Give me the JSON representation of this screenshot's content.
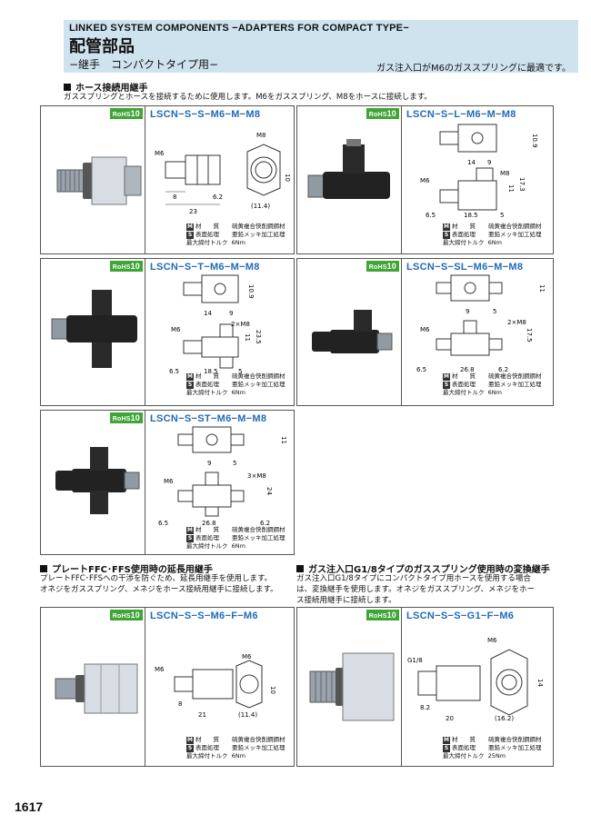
{
  "header": {
    "title_en": "LINKED SYSTEM COMPONENTS −ADAPTERS FOR COMPACT TYPE−",
    "title_jp": "配管部品",
    "subtitle": "−継手　コンパクトタイプ用−",
    "right_note": "ガス注入口がM6のガススプリングに最適です。"
  },
  "sections": [
    {
      "title": "ホース接続用継手",
      "desc": [
        "ガススプリングとホースを接続するために使用します。M6をガススプリング、M8をホースに接続します。"
      ]
    },
    {
      "title": "プレートFFC･FFS使用時の延長用継手",
      "desc": [
        "プレートFFC･FFSへの干渉を防ぐため、延長用継手を使用します。",
        "オネジをガススプリング、メネジをホース接続用継手に接続します。"
      ]
    },
    {
      "title": "ガス注入口G1/8タイプのガススプリング使用時の変換継手",
      "desc": [
        "ガス注入口G1/8タイプにコンパクトタイプ用ホースを使用する場合",
        "は、変換継手を使用します。オネジをガススプリング、メネジをホー",
        "ス接続用継手に接続します。"
      ]
    }
  ],
  "rohs": {
    "label": "RoHS",
    "num": "10"
  },
  "spec_labels": {
    "m_key": "M",
    "material": "材　　質",
    "s_key": "S",
    "surface": "表面処理",
    "torque": "最大締付トルク"
  },
  "products": [
    {
      "code": "LSCN−S−S−M6−M−M8",
      "material": "硫黄複合快削鋼鋼材",
      "surface": "亜鉛メッキ加工処理",
      "torque": "6Nm",
      "dims": {
        "m6": "M6",
        "m8": "M8",
        "d8": "8",
        "d23": "23",
        "d62": "6.2",
        "d114": "(11.4)",
        "d10": "10"
      }
    },
    {
      "code": "LSCN−S−L−M6−M−M8",
      "material": "硫黄複合快削鋼鋼材",
      "surface": "亜鉛メッキ加工処理",
      "torque": "6Nm",
      "dims": {
        "d109": "10.9",
        "d14": "14",
        "d9": "9",
        "m8": "M8",
        "m6": "M6",
        "d11": "11",
        "d173": "17.3",
        "d65": "6.5",
        "d185": "18.5",
        "d5": "5"
      }
    },
    {
      "code": "LSCN−S−T−M6−M−M8",
      "material": "硫黄複合快削鋼鋼材",
      "surface": "亜鉛メッキ加工処理",
      "torque": "6Nm",
      "dims": {
        "d109": "10.9",
        "d14": "14",
        "d9": "9",
        "m8": "2×M8",
        "m6": "M6",
        "d11": "11",
        "d235": "23.5",
        "d65": "6.5",
        "d185": "18.5",
        "d5": "5"
      }
    },
    {
      "code": "LSCN−S−SL−M6−M−M8",
      "material": "硫黄複合快削鋼鋼材",
      "surface": "亜鉛メッキ加工処理",
      "torque": "6Nm",
      "dims": {
        "d11": "11",
        "d9": "9",
        "d5": "5",
        "m8": "2×M8",
        "m6": "M6",
        "d175": "17.5",
        "d65": "6.5",
        "d268": "26.8",
        "d62": "6.2"
      }
    },
    {
      "code": "LSCN−S−ST−M6−M−M8",
      "material": "硫黄複合快削鋼鋼材",
      "surface": "亜鉛メッキ加工処理",
      "torque": "6Nm",
      "dims": {
        "d11": "11",
        "d9": "9",
        "d5": "5",
        "m8": "3×M8",
        "m6": "M6",
        "d24": "24",
        "d65": "6.5",
        "d268": "26.8",
        "d62": "6.2"
      }
    },
    {
      "code": "LSCN−S−S−M6−F−M6",
      "material": "硫黄複合快削鋼鋼材",
      "surface": "亜鉛メッキ加工処理",
      "torque": "6Nm",
      "dims": {
        "m6a": "M6",
        "m6b": "M6",
        "d8": "8",
        "d21": "21",
        "d114": "(11.4)",
        "d10": "10"
      }
    },
    {
      "code": "LSCN−S−S−G1−F−M6",
      "material": "硫黄複合快削鋼鋼材",
      "surface": "亜鉛メッキ加工処理",
      "torque": "25Nm",
      "dims": {
        "g18": "G1/8",
        "m6": "M6",
        "d82": "8.2",
        "d20": "20",
        "d162": "(16.2)",
        "d14": "14"
      }
    }
  ],
  "page_number": "1617"
}
